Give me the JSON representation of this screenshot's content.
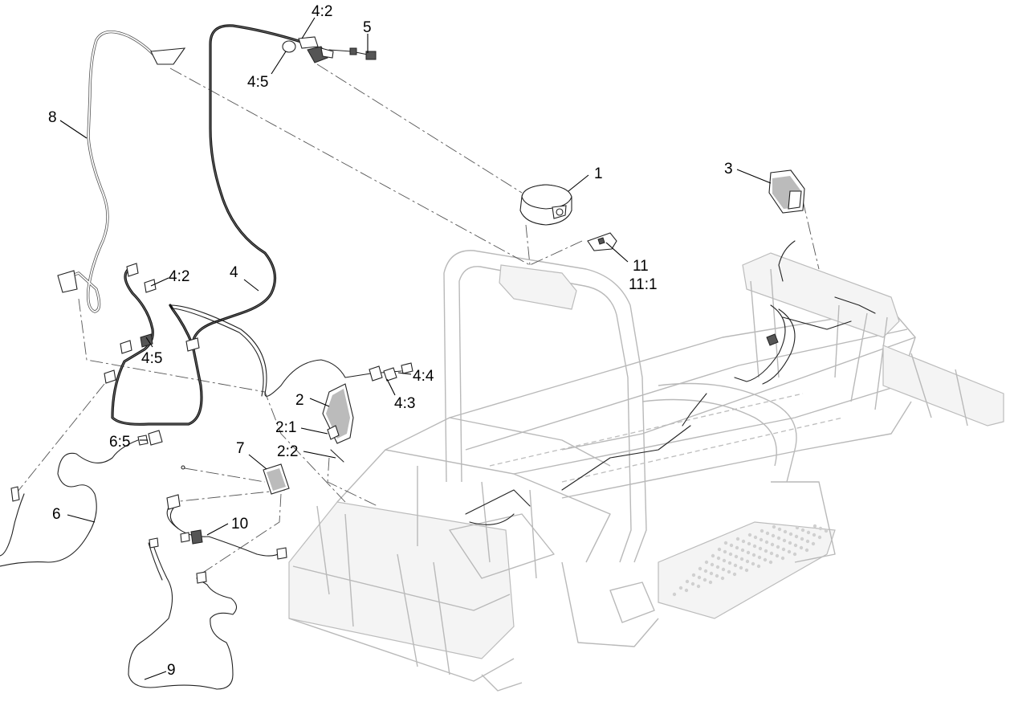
{
  "diagram": {
    "callouts": [
      {
        "id": "c1",
        "label": "1"
      },
      {
        "id": "c2",
        "label": "2"
      },
      {
        "id": "c2_1",
        "label": "2:1"
      },
      {
        "id": "c2_2",
        "label": "2:2"
      },
      {
        "id": "c3",
        "label": "3"
      },
      {
        "id": "c4",
        "label": "4"
      },
      {
        "id": "c4_2a",
        "label": "4:2"
      },
      {
        "id": "c4_2b",
        "label": "4:2"
      },
      {
        "id": "c4_3",
        "label": "4:3"
      },
      {
        "id": "c4_4",
        "label": "4:4"
      },
      {
        "id": "c4_5a",
        "label": "4:5"
      },
      {
        "id": "c4_5b",
        "label": "4:5"
      },
      {
        "id": "c5",
        "label": "5"
      },
      {
        "id": "c6",
        "label": "6"
      },
      {
        "id": "c6_5",
        "label": "6:5"
      },
      {
        "id": "c7",
        "label": "7"
      },
      {
        "id": "c8",
        "label": "8"
      },
      {
        "id": "c9",
        "label": "9"
      },
      {
        "id": "c10",
        "label": "10"
      },
      {
        "id": "c11",
        "label": "11"
      },
      {
        "id": "c11_1",
        "label": "11:1"
      }
    ]
  }
}
